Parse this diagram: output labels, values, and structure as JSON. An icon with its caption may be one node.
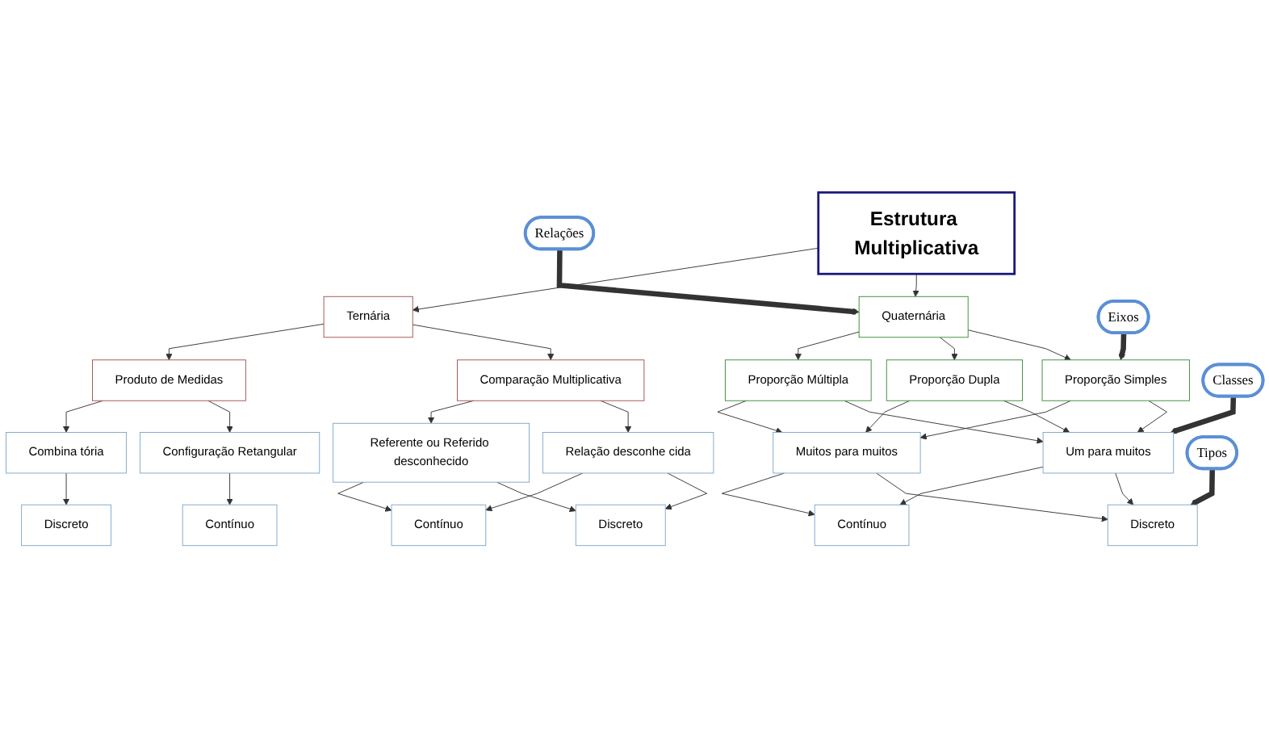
{
  "diagram": {
    "nodes": [
      {
        "text": [
          "Estrutura Multiplicativa"
        ]
      },
      {
        "text": [
          "Relações"
        ]
      },
      {
        "text": [
          "Quaternária"
        ]
      },
      {
        "text": [
          "Ternária"
        ]
      },
      {
        "text": [
          "Eixos"
        ]
      },
      {
        "text": [
          "Proporção Simples"
        ]
      },
      {
        "text": [
          "Proporção Dupla"
        ]
      },
      {
        "text": [
          "Proporção Múltipla"
        ]
      },
      {
        "text": [
          "Comparação Multiplicativa"
        ]
      },
      {
        "text": [
          "Produto de Medidas"
        ]
      },
      {
        "text": [
          "Classes"
        ]
      },
      {
        "text": [
          "Um para muitos"
        ]
      },
      {
        "text": [
          "Muitos para muitos"
        ]
      },
      {
        "text": [
          "Relação desconhe cida"
        ]
      },
      {
        "text": [
          "Referente ou Referido desconhecido"
        ]
      },
      {
        "text": [
          "Configuração Retangular"
        ]
      },
      {
        "text": [
          "Combina tória"
        ]
      },
      {
        "text": [
          "Tipos"
        ]
      },
      {
        "text": [
          "Discreto"
        ]
      },
      {
        "text": [
          "Contínuo"
        ]
      },
      {
        "text": [
          "Discreto"
        ]
      },
      {
        "text": [
          "Contínuo"
        ]
      },
      {
        "text": [
          "Contínuo"
        ]
      },
      {
        "text": [
          "Discreto"
        ]
      }
    ],
    "edges": [
      {
        "from": 0,
        "to": 2,
        "arrow": "to"
      },
      {
        "from": 0,
        "to": 3,
        "arrow": "to"
      },
      {
        "from": 1,
        "to": 2,
        "arrow": "to",
        "style": "thick"
      },
      {
        "from": 2,
        "to": 5,
        "arrow": "to"
      },
      {
        "from": 2,
        "to": 6,
        "arrow": "to"
      },
      {
        "from": 2,
        "to": 7,
        "arrow": "to"
      },
      {
        "from": 3,
        "to": 8,
        "arrow": "to"
      },
      {
        "from": 3,
        "to": 9,
        "arrow": "to"
      },
      {
        "from": 4,
        "to": 5,
        "arrow": "to",
        "style": "thick"
      },
      {
        "from": 5,
        "to": 11,
        "arrow": "to"
      },
      {
        "from": 5,
        "to": 12,
        "arrow": "to"
      },
      {
        "from": 6,
        "to": 11,
        "arrow": "to"
      },
      {
        "from": 6,
        "to": 12,
        "arrow": "to"
      },
      {
        "from": 7,
        "to": 11,
        "arrow": "to"
      },
      {
        "from": 7,
        "to": 12,
        "arrow": "to"
      },
      {
        "from": 8,
        "to": 13,
        "arrow": "to"
      },
      {
        "from": 8,
        "to": 14,
        "arrow": "to"
      },
      {
        "from": 9,
        "to": 15,
        "arrow": "to"
      },
      {
        "from": 9,
        "to": 16,
        "arrow": "to"
      },
      {
        "from": 10,
        "to": 11,
        "arrow": "to",
        "style": "thick"
      },
      {
        "from": 11,
        "to": 18,
        "arrow": "to"
      },
      {
        "from": 11,
        "to": 19,
        "arrow": "to"
      },
      {
        "from": 12,
        "to": 18,
        "arrow": "to"
      },
      {
        "from": 12,
        "to": 19,
        "arrow": "to"
      },
      {
        "from": 13,
        "to": 20,
        "arrow": "to"
      },
      {
        "from": 13,
        "to": 21,
        "arrow": "to"
      },
      {
        "from": 14,
        "to": 20,
        "arrow": "to"
      },
      {
        "from": 14,
        "to": 21,
        "arrow": "to"
      },
      {
        "from": 15,
        "to": 22,
        "arrow": "to"
      },
      {
        "from": 16,
        "to": 23,
        "arrow": "to"
      },
      {
        "from": 17,
        "to": 18,
        "arrow": "to",
        "style": "thick"
      }
    ]
  }
}
